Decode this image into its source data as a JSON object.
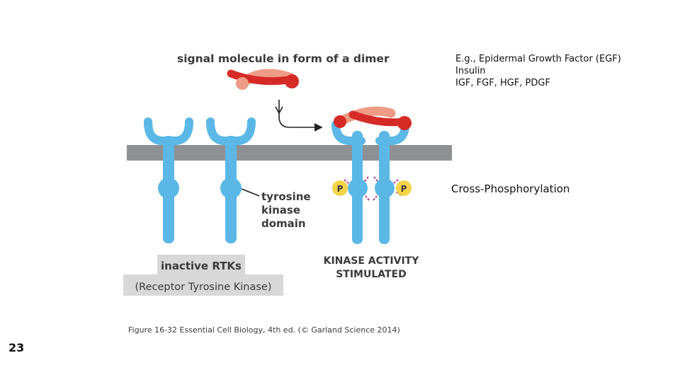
{
  "figure": {
    "signal_label": "signal molecule in form of a dimer",
    "domain_label": [
      "tyrosine",
      "kinase",
      "domain"
    ],
    "inactive_label": "inactive RTKs",
    "receptor_label": "(Receptor Tyrosine Kinase)",
    "stimulated_label": [
      "KINASE ACTIVITY",
      "STIMULATED"
    ],
    "phosphate_label": "P",
    "caption": "Figure 16-32  Essential Cell Biology, 4th ed. (© Garland Science 2014)"
  },
  "annotations": {
    "examples": [
      "E.g., Epidermal Growth Factor (EGF)",
      "Insulin",
      "IGF, FGF, HGF, PDGF"
    ],
    "cross_phosphorylation": "Cross-Phosphorylation"
  },
  "slide_number": "23",
  "colors": {
    "receptor": "#5bb8e6",
    "membrane": "#8e9093",
    "signal_dark": "#d62a27",
    "signal_light": "#ef9c86",
    "label_box": "#d8d8d8",
    "phosphate": "#f5d44a",
    "burst": "#b03a8f"
  }
}
